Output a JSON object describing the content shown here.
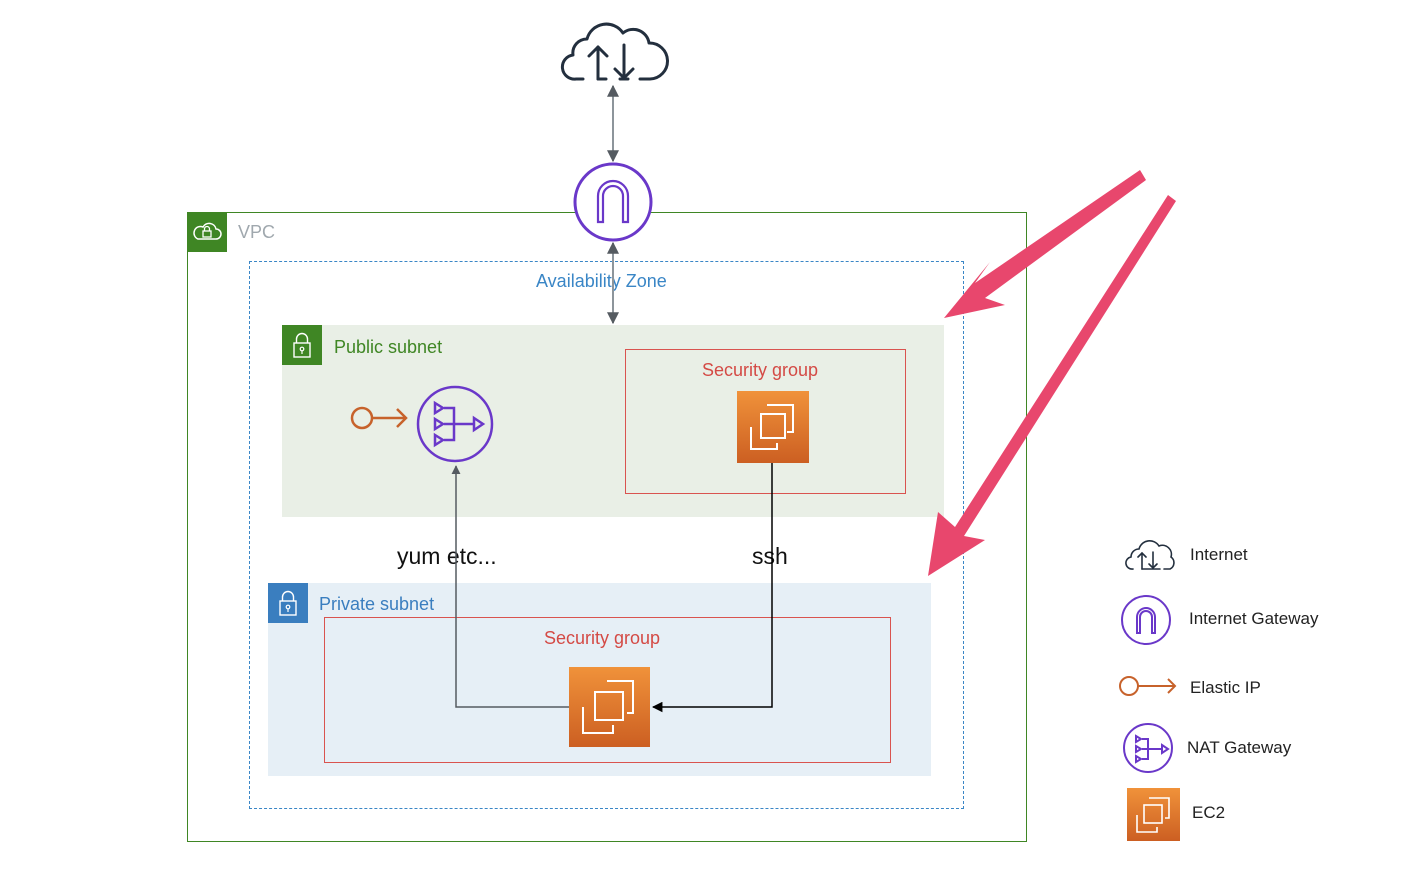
{
  "diagram": {
    "vpc": {
      "label": "VPC"
    },
    "availability_zone": {
      "label": "Availability Zone"
    },
    "public_subnet": {
      "label": "Public subnet",
      "security_group_label": "Security group"
    },
    "private_subnet": {
      "label": "Private subnet",
      "security_group_label": "Security group"
    },
    "edges": {
      "nat_to_private": "yum etc...",
      "public_to_private": "ssh"
    }
  },
  "legend": {
    "items": [
      {
        "icon": "internet-cloud-icon",
        "label": "Internet"
      },
      {
        "icon": "internet-gateway-icon",
        "label": "Internet Gateway"
      },
      {
        "icon": "elastic-ip-icon",
        "label": "Elastic IP"
      },
      {
        "icon": "nat-gateway-icon",
        "label": "NAT Gateway"
      },
      {
        "icon": "ec2-icon",
        "label": "EC2"
      }
    ]
  },
  "colors": {
    "vpc_green": "#3f8624",
    "az_blue": "#3a86c6",
    "private_blue": "#3a7ebf",
    "security_red": "#d9534f",
    "gateway_purple": "#6a38c9",
    "eip_orange": "#c7622b",
    "ec2_orange": "#e07b2c",
    "annotation_pink": "#e8476d"
  }
}
